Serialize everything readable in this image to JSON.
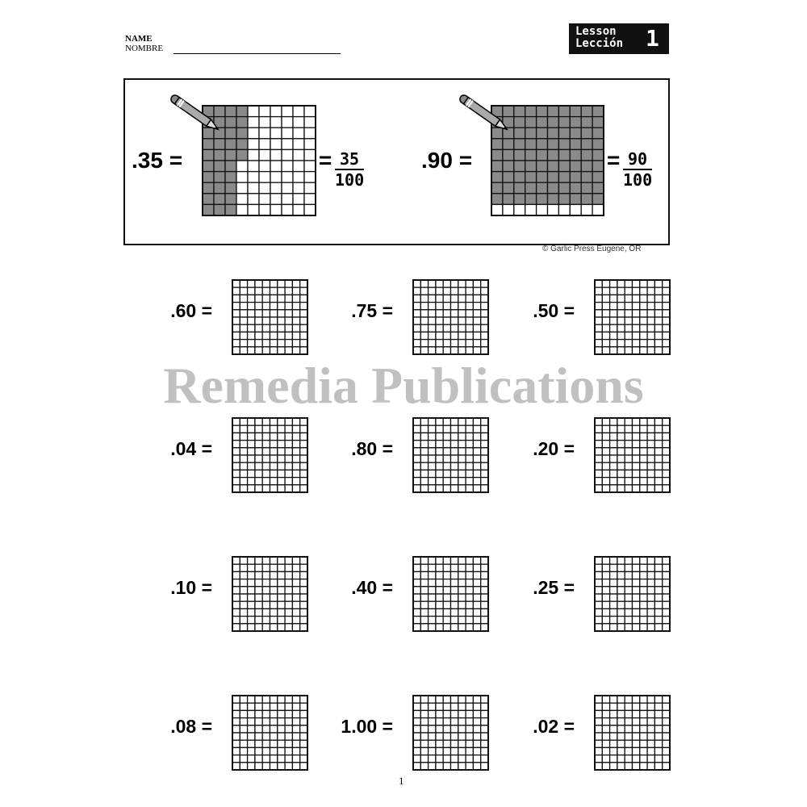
{
  "header": {
    "name_label": "NAME",
    "nombre_label": "NOMBRE",
    "lesson_label": "Lesson",
    "leccion_label": "Lección",
    "lesson_number": "1"
  },
  "examples": [
    {
      "decimal": ".35 =",
      "numerator": "35",
      "denominator": "100",
      "shaded": 35
    },
    {
      "decimal": ".90 =",
      "numerator": "90",
      "denominator": "100",
      "shaded": 90
    }
  ],
  "copyright": "© Garlic Press  Eugene, OR",
  "problems": [
    ".60 =",
    ".75 =",
    ".50 =",
    ".04 =",
    ".80 =",
    ".20 =",
    ".10 =",
    ".40 =",
    ".25 =",
    ".08 =",
    "1.00 =",
    ".02 ="
  ],
  "page_number": "1",
  "watermark": "Remedia Publications",
  "colors": {
    "shade": "#8a8a8a",
    "ink": "#111111"
  }
}
